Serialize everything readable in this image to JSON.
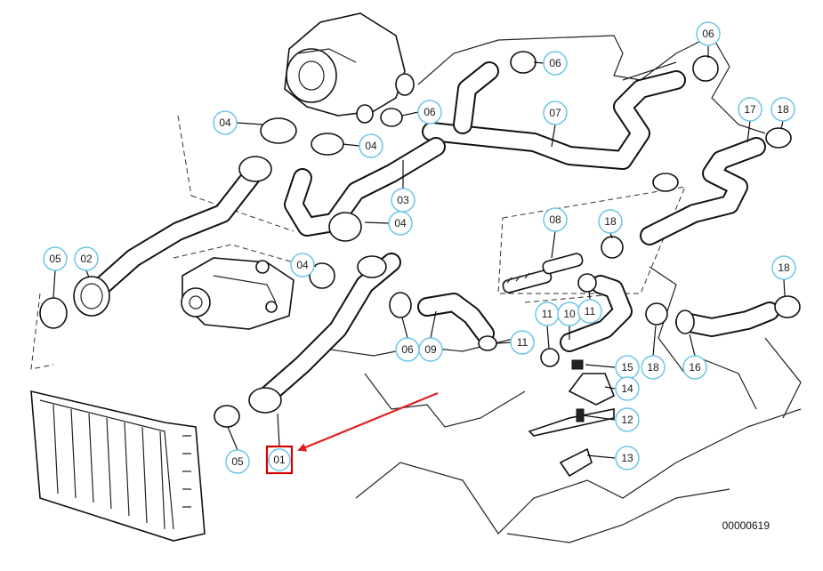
{
  "diagram": {
    "document_number": "00000619",
    "callouts": [
      {
        "id": "c-06a",
        "label": "06",
        "part": "hose-clamp"
      },
      {
        "id": "c-06b",
        "label": "06",
        "part": "hose-clamp"
      },
      {
        "id": "c-06c",
        "label": "06",
        "part": "hose-clamp"
      },
      {
        "id": "c-07",
        "label": "07",
        "part": "upper-hose"
      },
      {
        "id": "c-17",
        "label": "17",
        "part": "hose"
      },
      {
        "id": "c-18a",
        "label": "18",
        "part": "hose-clamp"
      },
      {
        "id": "c-04a",
        "label": "04",
        "part": "hose-clamp"
      },
      {
        "id": "c-04b",
        "label": "04",
        "part": "hose-clamp"
      },
      {
        "id": "c-04c",
        "label": "04",
        "part": "hose-clamp"
      },
      {
        "id": "c-04d",
        "label": "04",
        "part": "hose-clamp"
      },
      {
        "id": "c-03",
        "label": "03",
        "part": "hose"
      },
      {
        "id": "c-08",
        "label": "08",
        "part": "connector"
      },
      {
        "id": "c-18b",
        "label": "18",
        "part": "hose-clamp"
      },
      {
        "id": "c-05a",
        "label": "05",
        "part": "hose-clamp"
      },
      {
        "id": "c-02",
        "label": "02",
        "part": "hose"
      },
      {
        "id": "c-18c",
        "label": "18",
        "part": "hose-clamp"
      },
      {
        "id": "c-11a",
        "label": "11",
        "part": "hose-clamp"
      },
      {
        "id": "c-10",
        "label": "10",
        "part": "hose"
      },
      {
        "id": "c-11b",
        "label": "11",
        "part": "hose-clamp"
      },
      {
        "id": "c-06d",
        "label": "06",
        "part": "hose-clamp"
      },
      {
        "id": "c-09",
        "label": "09",
        "part": "hose"
      },
      {
        "id": "c-11c",
        "label": "11",
        "part": "hose-clamp"
      },
      {
        "id": "c-18d",
        "label": "18",
        "part": "hose-clamp"
      },
      {
        "id": "c-16",
        "label": "16",
        "part": "hose"
      },
      {
        "id": "c-15",
        "label": "15",
        "part": "nut"
      },
      {
        "id": "c-14",
        "label": "14",
        "part": "rubber-mount"
      },
      {
        "id": "c-12",
        "label": "12",
        "part": "bracket"
      },
      {
        "id": "c-13",
        "label": "13",
        "part": "bracket"
      },
      {
        "id": "c-05b",
        "label": "05",
        "part": "hose-clamp"
      }
    ],
    "highlighted": {
      "label": "01",
      "part": "lower-radiator-hose"
    },
    "colors": {
      "callout_ring": "#6ec6e6",
      "highlight": "#d40000",
      "arrow": "#e02020",
      "line": "#111111"
    }
  }
}
